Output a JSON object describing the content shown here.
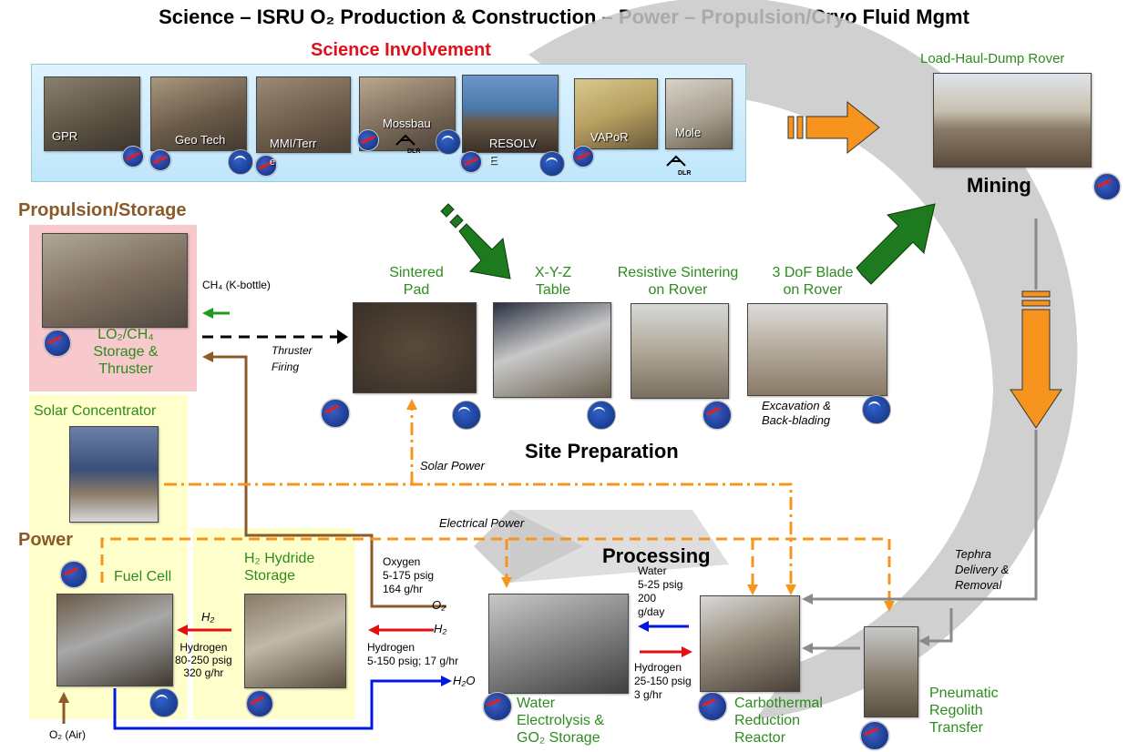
{
  "title": "Science – ISRU O₂ Production & Construction – Power – Propulsion/Cryo Fluid Mgmt",
  "sections": {
    "science": "Science Involvement",
    "propulsion": "Propulsion/Storage",
    "power": "Power",
    "site_prep": "Site Preparation",
    "processing": "Processing",
    "mining": "Mining"
  },
  "science_instruments": [
    "GPR",
    "Geo Tech",
    "MMI/Terr",
    "Mossbau",
    "RESOLV",
    "VAPoR",
    "Mole"
  ],
  "science_fragments": {
    "resolv_e": "E",
    "mmi_e": "e"
  },
  "dlr": "DLR",
  "site_items": {
    "sintered_pad": "Sintered\nPad",
    "xyz_table": "X-Y-Z\nTable",
    "resistive": "Resistive Sintering\non Rover",
    "blade": "3 DoF Blade\non Rover",
    "excavation": "Excavation &\nBack-blading"
  },
  "rover": "Load-Haul-Dump Rover",
  "propulsion_items": {
    "storage": "LO₂/CH₄\nStorage &\nThruster",
    "ch4": "CH₄ (K-bottle)",
    "thruster_firing": "Thruster\nFiring"
  },
  "power_items": {
    "solar_concentrator": "Solar Concentrator",
    "fuel_cell": "Fuel Cell",
    "h2_storage": "H₂ Hydride\nStorage",
    "o2_air": "O₂ (Air)",
    "h2": "H₂",
    "hydrogen_fc": "Hydrogen\n80-250 psig\n320 g/hr"
  },
  "flows": {
    "solar_power": "Solar Power",
    "electrical_power": "Electrical Power",
    "oxygen": "Oxygen\n5-175 psig\n164 g/hr",
    "o2": "O₂",
    "h2": "H₂",
    "hydrogen_el": "Hydrogen\n5-150 psig; 17 g/hr",
    "h2o": "H₂O",
    "water": "Water\n5-25 psig\n200\ng/day",
    "hydrogen_cr": "Hydrogen\n25-150 psig\n3 g/hr",
    "tephra": "Tephra\nDelivery &\nRemoval"
  },
  "processing_items": {
    "electrolysis": "Water\nElectrolysis &\nGO₂ Storage",
    "carbothermal": "Carbothermal\nReduction\nReactor",
    "pneumatic": "Pneumatic\nRegolith\nTransfer"
  },
  "colors": {
    "orange": "#f7941d",
    "green": "#1e7a1e",
    "brown": "#8b5a2b",
    "blue": "#0018e0",
    "red": "#e01010",
    "gray": "#8a8a8a"
  }
}
